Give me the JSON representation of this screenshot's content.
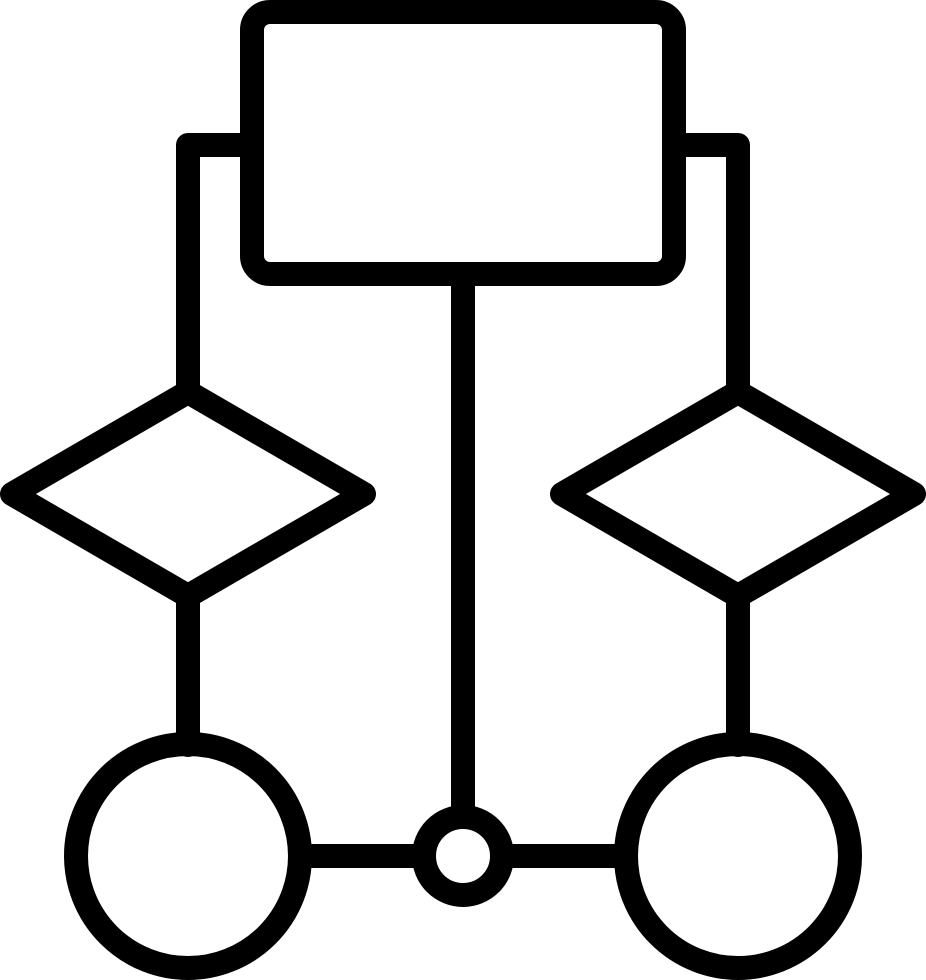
{
  "diagram": {
    "icon_name": "flowchart-icon",
    "colors": {
      "stroke": "#000000",
      "background": "#ffffff"
    },
    "shapes": [
      {
        "name": "top-process-box",
        "kind": "rounded-rectangle"
      },
      {
        "name": "left-decision-diamond",
        "kind": "diamond"
      },
      {
        "name": "right-decision-diamond",
        "kind": "diamond"
      },
      {
        "name": "left-terminal-circle",
        "kind": "circle"
      },
      {
        "name": "right-terminal-circle",
        "kind": "circle"
      },
      {
        "name": "center-junction-node",
        "kind": "small-circle"
      }
    ]
  }
}
